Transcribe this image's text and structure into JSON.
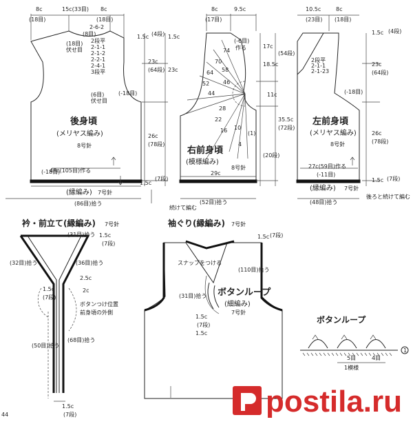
{
  "back": {
    "title": "後身頃",
    "subtitle": "(メリヤス編み)",
    "needle": "8号針",
    "top_dims": [
      "8c",
      "15c(33目)",
      "8c",
      "(18目)",
      "(18目)"
    ],
    "neck_notes": [
      "2-6-2",
      "(8目)",
      "(18目)",
      "伏せ目"
    ],
    "armhole_notes": [
      "2段平",
      "2-1-1",
      "2-1-2",
      "2-2-1",
      "2-4-1",
      "3段平",
      "(6目)",
      "伏せ目"
    ],
    "side_label": "(-18目)",
    "width_note": "48c(105目)作る",
    "hem_label": "(縁編み)",
    "hem_needle": "7号針",
    "bottom_count": "(86目)拾う",
    "heights": [
      "1.5c",
      "(4段)",
      "23c",
      "(64段)",
      "26c",
      "(78段)",
      "1.5c",
      "(7段)"
    ]
  },
  "right_front": {
    "title": "右前身頃",
    "subtitle": "(模様編み)",
    "needle": "8号針",
    "top_dims": [
      "8c",
      "9.5c",
      "(17目)"
    ],
    "neck_note": "(-6目)",
    "neck_note2": "作る",
    "row_marks": [
      "74",
      "70",
      "64",
      "58",
      "52",
      "46",
      "44",
      "28",
      "22",
      "16",
      "10",
      "4",
      "(1)"
    ],
    "width": "29c",
    "bottom_count": "(52目)拾う",
    "bottom_note": "続けて編む",
    "heights": [
      "17c",
      "(54段)",
      "18.5c",
      "11c",
      "35.5c",
      "(72段)",
      "(20段)"
    ]
  },
  "left_front": {
    "title": "左前身頃",
    "subtitle": "(メリヤス編み)",
    "needle": "8号針",
    "top_dims": [
      "10.5c",
      "(23目)",
      "8c",
      "(18目)"
    ],
    "armhole_notes": [
      "2段平",
      "2-1-1",
      "2-1-23"
    ],
    "side_label": "(-18目)",
    "width_note": "27c(59目)作る",
    "width_note2": "(-11目)",
    "hem_label": "(縁編み)",
    "hem_needle": "7号針",
    "bottom_count": "(48目)拾う",
    "bottom_note": "後ろと続けて編む",
    "heights": [
      "1.5c",
      "(4段)",
      "23c",
      "(64段)",
      "26c",
      "(78段)",
      "1.5c",
      "(7段)"
    ]
  },
  "collar": {
    "title": "衿・前立て(縁編み)",
    "needle": "7号針",
    "counts": [
      "(31目)拾う",
      "(32目)拾う",
      "(36目)拾う",
      "(68目)拾う",
      "(50目)拾う"
    ],
    "dims": [
      "1.5c",
      "(7段)",
      "2.5c",
      "1.5c",
      "(7段)",
      "2c",
      "1.5c",
      "(7段)"
    ],
    "button_note": "ボタンつけ位置",
    "side_note": "前身頃の外側"
  },
  "armhole": {
    "title": "袖ぐり(縁編み)",
    "needle": "7号針",
    "snap_note": "スナップをつける",
    "loop_title": "ボタンループ",
    "loop_subtitle": "(細編み)",
    "loop_needle": "7号針",
    "counts": [
      "(110目)拾う",
      "(31目)拾う"
    ],
    "dims": [
      "1.5c",
      "(7段)",
      "1.5c",
      "(7段)",
      "1.5c"
    ]
  },
  "button_loop": {
    "title": "ボタンループ",
    "labels": [
      "5目",
      "1模様",
      "4目"
    ],
    "marker": "1"
  },
  "page_label": "44",
  "watermark": "postila.ru",
  "colors": {
    "line": "#222222",
    "watermark": "#d52b2b"
  }
}
